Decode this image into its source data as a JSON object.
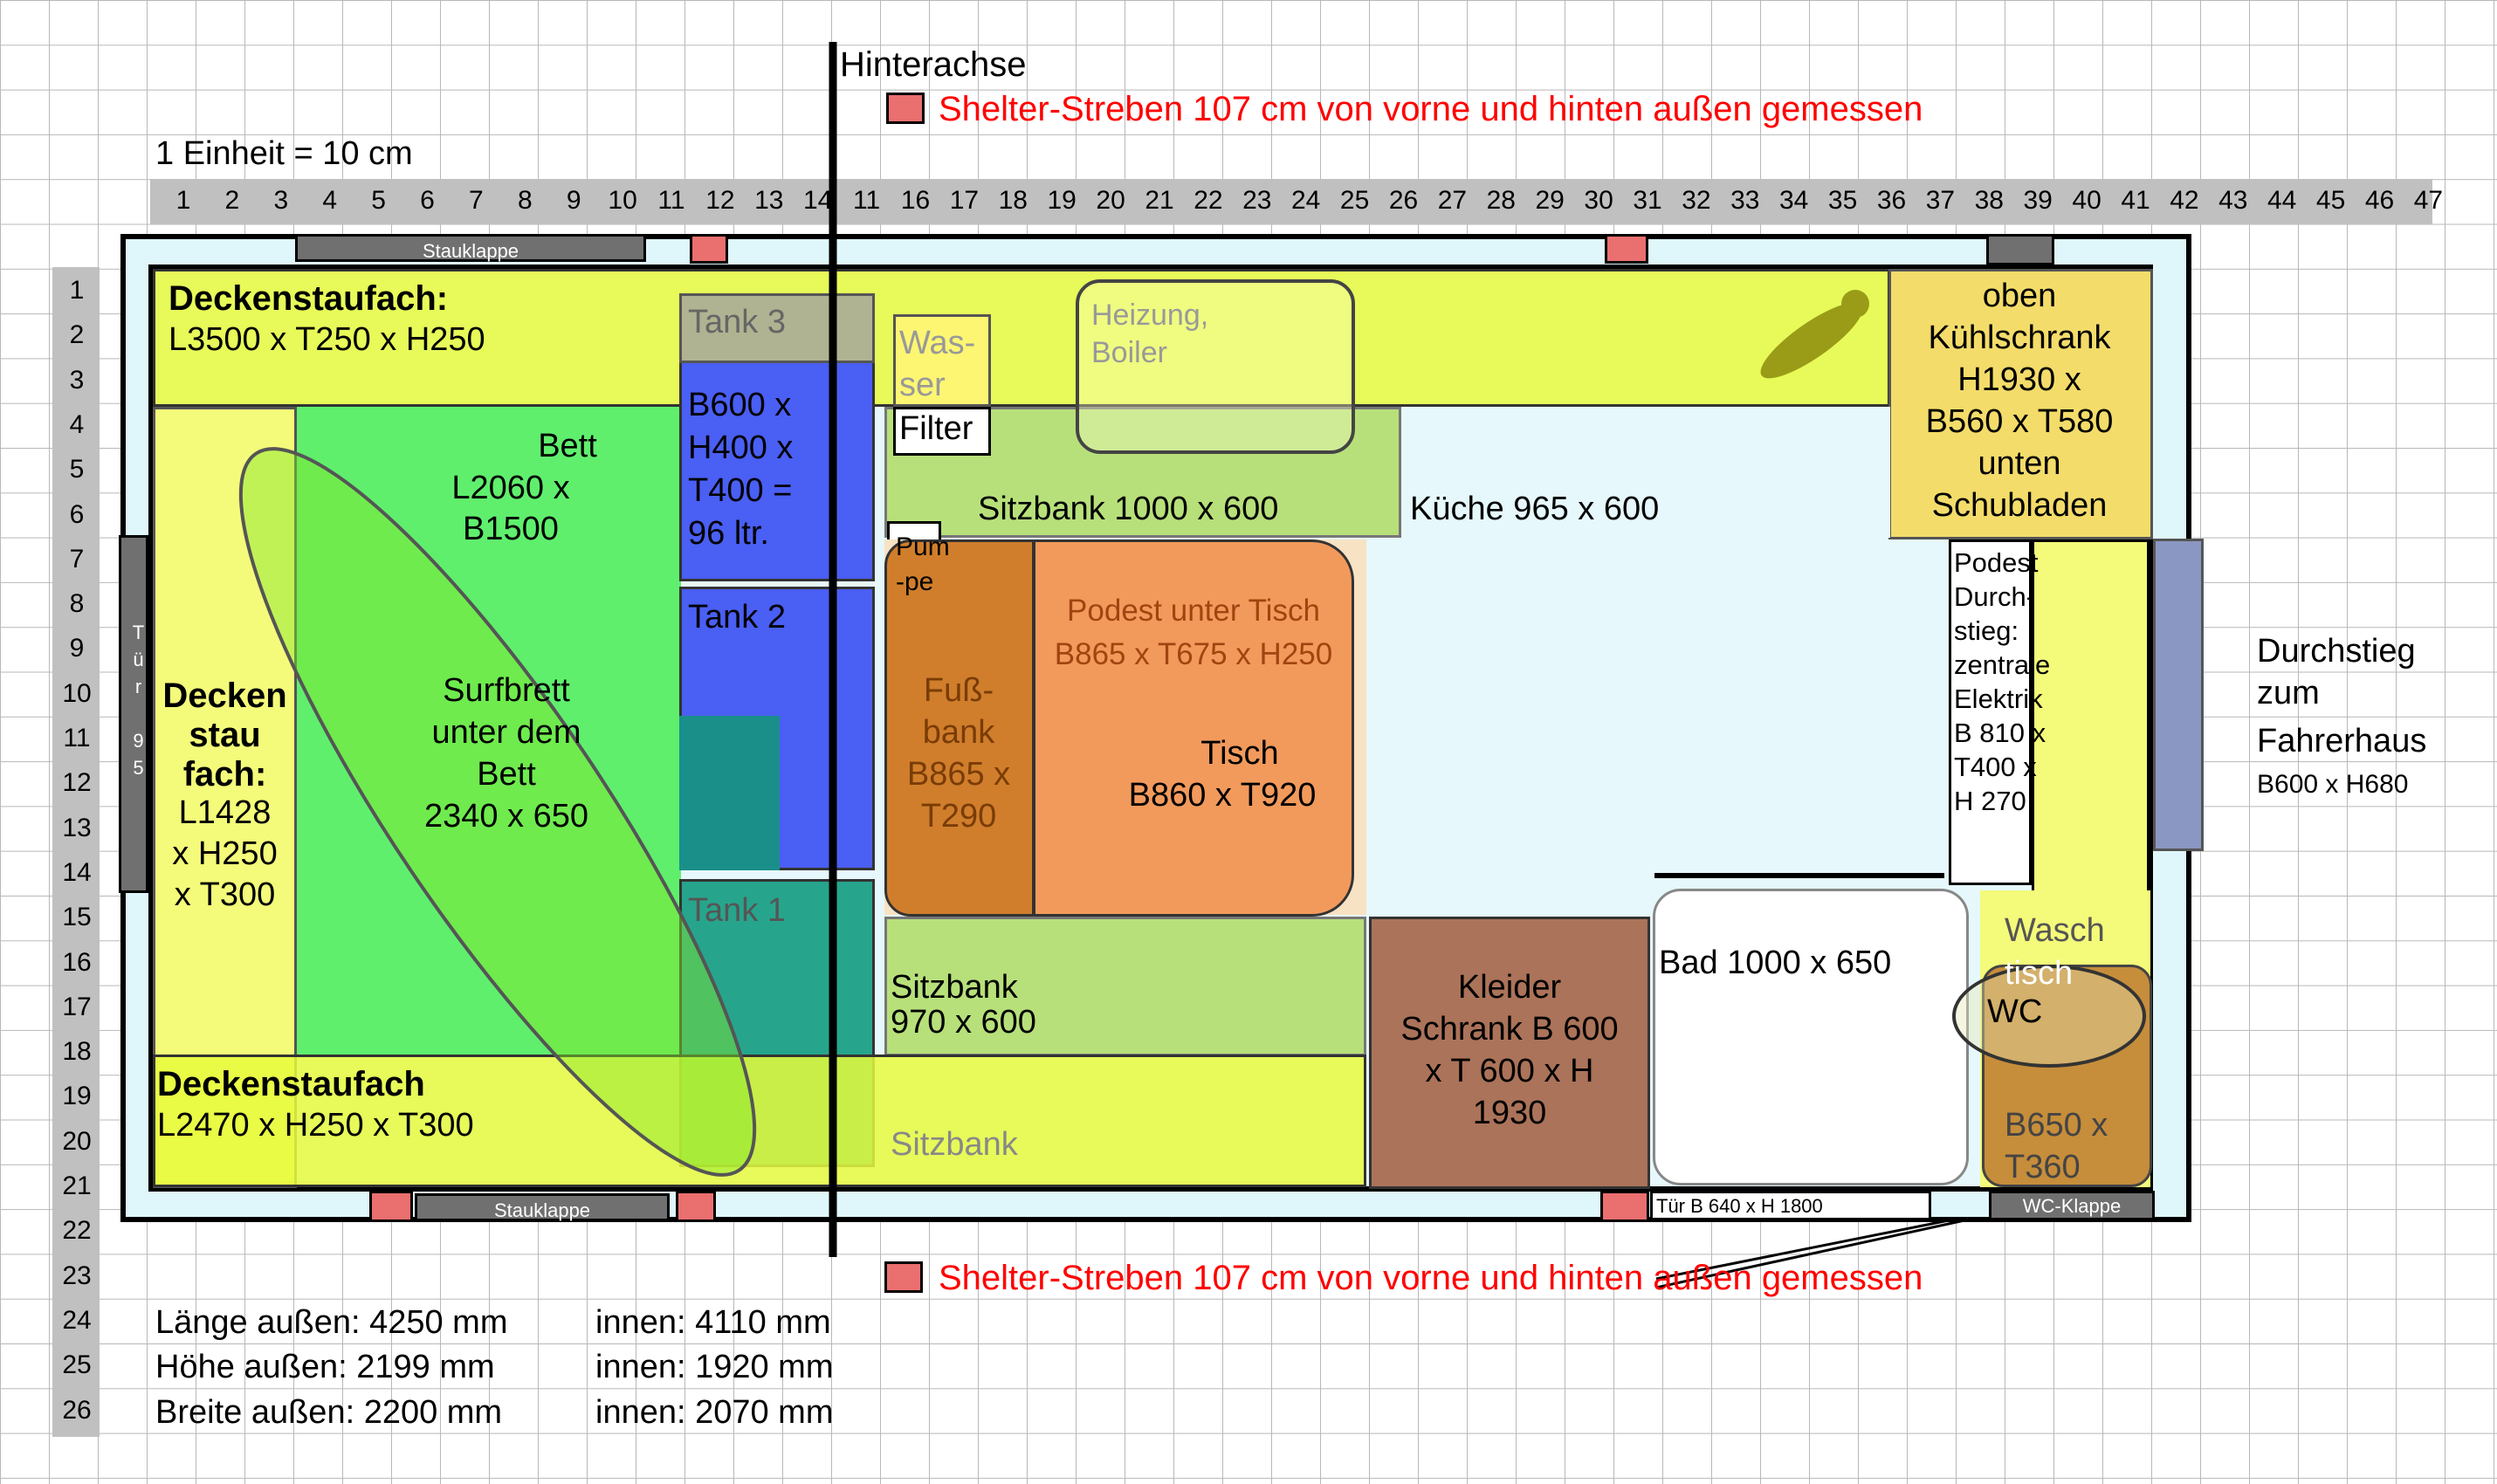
{
  "scale_note": "1 Einheit = 10 cm",
  "rear_axle_label": "Hinterachse",
  "strut_note": "Shelter-Streben 107 cm von vorne und hinten außen gemessen",
  "top_ruler": [
    "1",
    "2",
    "3",
    "4",
    "5",
    "6",
    "7",
    "8",
    "9",
    "10",
    "11",
    "12",
    "13",
    "14",
    "11",
    "16",
    "17",
    "18",
    "19",
    "20",
    "21",
    "22",
    "23",
    "24",
    "25",
    "26",
    "27",
    "28",
    "29",
    "30",
    "31",
    "32",
    "33",
    "34",
    "35",
    "36",
    "37",
    "38",
    "39",
    "40",
    "41",
    "42",
    "43",
    "44",
    "45",
    "46",
    "47"
  ],
  "left_ruler": [
    "1",
    "2",
    "3",
    "4",
    "5",
    "6",
    "7",
    "8",
    "9",
    "10",
    "11",
    "12",
    "13",
    "14",
    "15",
    "16",
    "17",
    "18",
    "19",
    "20",
    "21",
    "22",
    "23",
    "24",
    "25",
    "26"
  ],
  "top_flap_label": "Stauklappe",
  "bottom_flap_label": "Stauklappe",
  "left_door_label": "Tür 95",
  "bottom_door_label": "Tür  B 640 x H 1800",
  "wc_flap_label": "WC-Klappe",
  "ceiling_top": {
    "title": "Deckenstaufach:",
    "dims": "L3500 x T250 x H250"
  },
  "ceiling_bottom": {
    "title": "Deckenstaufach",
    "dims": "L2470 x H250 x T300"
  },
  "bed": {
    "label": "Bett",
    "dims": "L2060 x",
    "dims2": "B1500"
  },
  "surfboard": {
    "l1": "Surfbrett",
    "l2": "unter dem",
    "l3": "Bett",
    "l4": "2340 x 650"
  },
  "left_storage": {
    "t1": "Decken",
    "t2": "stau",
    "t3": "fach:",
    "d1": "L1428",
    "d2": "x H250",
    "d3": "x T300"
  },
  "tank3": {
    "label": "Tank 3",
    "d1": "B600 x",
    "d2": "H400 x",
    "d3": "T400 =",
    "d4": "96 ltr."
  },
  "tank2_label": "Tank 2",
  "tank1_label": "Tank 1",
  "water": {
    "l1": "Was-",
    "l2": "ser"
  },
  "filter_label": "Filter",
  "pump": {
    "l1": "Pum",
    "l2": "-pe"
  },
  "heater": {
    "l1": "Heizung,",
    "l2": "Boiler"
  },
  "top_bench_label": "Sitzbank 1000 x 600",
  "kitchen_label": "Küche 965 x 600",
  "fridge": {
    "l1": "oben",
    "l2": "Kühlschrank",
    "l3": "H1930 x",
    "l4": "B560 x T580",
    "l5": "unten",
    "l6": "Schubladen"
  },
  "foot_bench": {
    "l1": "Fuß-",
    "l2": "bank",
    "l3": "B865 x",
    "l4": "T290"
  },
  "podest": {
    "l1": "Podest unter Tisch",
    "l2": "B865 x T675 x H250"
  },
  "table": {
    "l1": "Tisch",
    "l2": "B860 x T920"
  },
  "lower_bench": {
    "l1": "Sitzbank",
    "l2": "970 x 600"
  },
  "bottom_bench_label": "Sitzbank",
  "wardrobe": {
    "l1": "Kleider",
    "l2": "Schrank B 600",
    "l3": "x T 600 x H",
    "l4": "1930"
  },
  "bathroom_label": "Bad 1000 x 650",
  "wc": {
    "wash": "Wasch",
    "wash2": "tisch",
    "wc": "WC",
    "d1": "B650 x",
    "d2": "T360"
  },
  "podest_passage": [
    "Podest",
    "Durch-",
    "stieg:",
    "zentrale",
    "Elektrik",
    "B 810 x",
    "T400 x",
    "H 270"
  ],
  "passage": {
    "l1": "Durchstieg",
    "l2": "zum",
    "l3": "Fahrerhaus",
    "l4": "B600 x  H680"
  },
  "summary": [
    {
      "outer": "Länge außen: 4250 mm",
      "inner": "innen: 4110 mm"
    },
    {
      "outer": "Höhe außen: 2199 mm",
      "inner": "innen: 1920 mm"
    },
    {
      "outer": "Breite außen: 2200 mm",
      "inner": "innen: 2070 mm"
    }
  ]
}
